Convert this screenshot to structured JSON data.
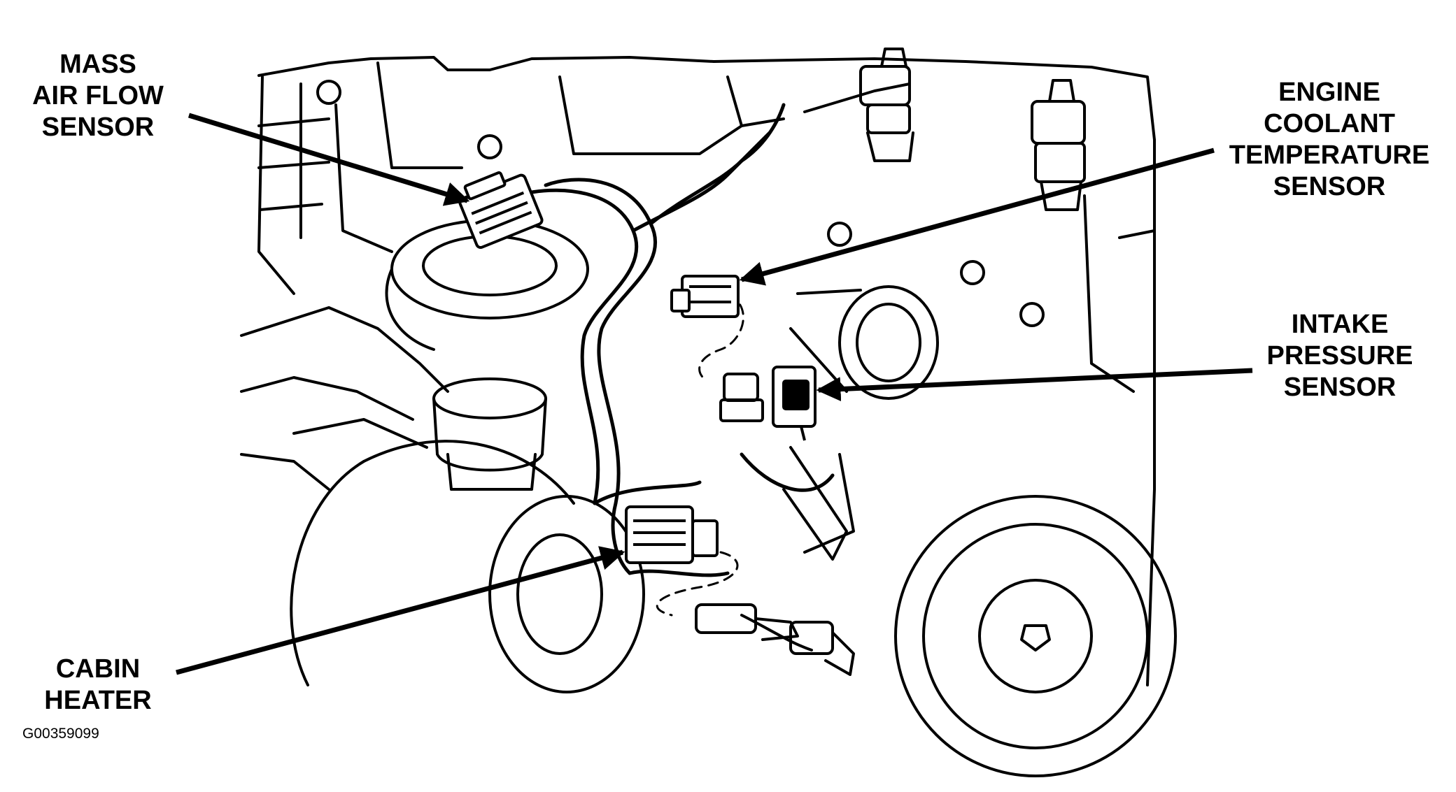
{
  "labels": {
    "mass_air_flow_sensor": [
      "MASS",
      "AIR FLOW",
      "SENSOR"
    ],
    "engine_coolant_temperature_sensor": [
      "ENGINE",
      "COOLANT",
      "TEMPERATURE",
      "SENSOR"
    ],
    "intake_pressure_sensor": [
      "INTAKE",
      "PRESSURE",
      "SENSOR"
    ],
    "cabin_heater": [
      "CABIN",
      "HEATER"
    ]
  },
  "figure_id": "G00359099",
  "colors": {
    "ink": "#000000",
    "paper": "#ffffff"
  }
}
